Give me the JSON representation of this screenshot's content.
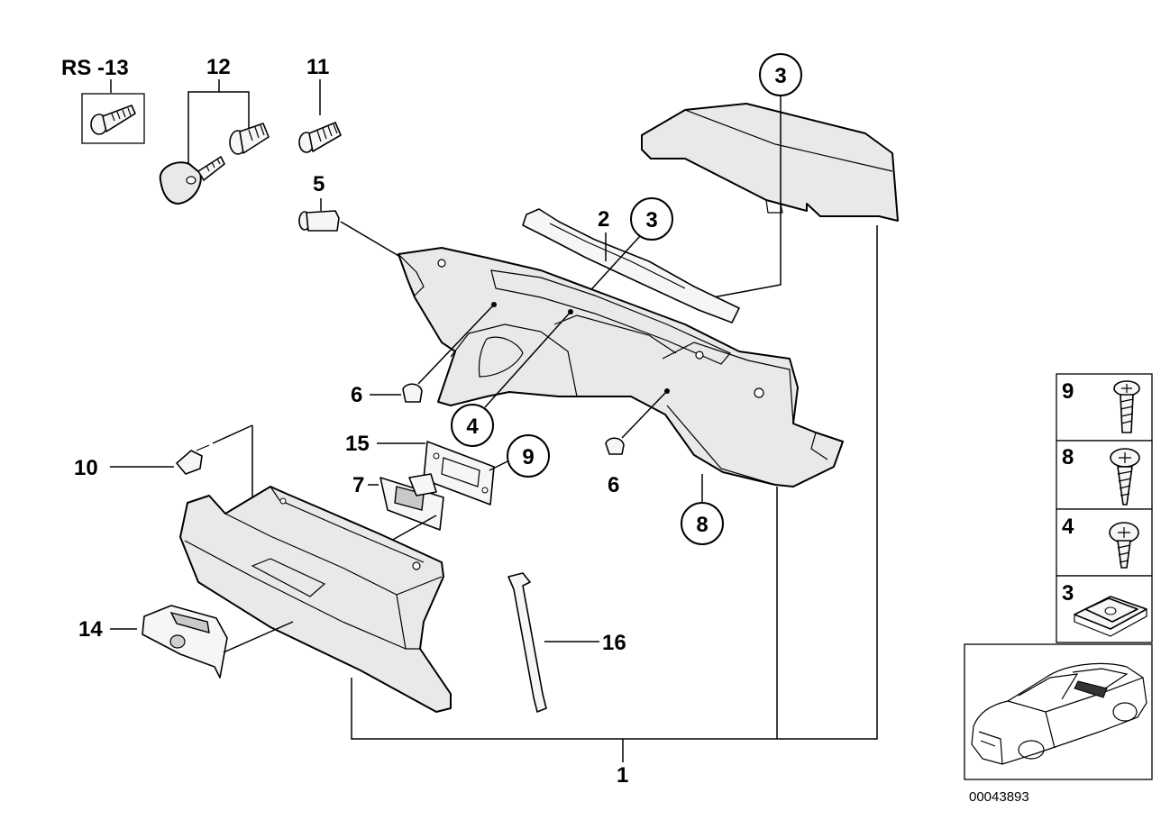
{
  "labels": {
    "rs13": "RS -13",
    "p12": "12",
    "p11": "11",
    "p5": "5",
    "p2": "2",
    "p3_top": "3",
    "p3_mid": "3",
    "p4": "4",
    "p6_left": "6",
    "p6_right": "6",
    "p15": "15",
    "p7": "7",
    "p9": "9",
    "p10": "10",
    "p8": "8",
    "p14": "14",
    "p16": "16",
    "p1": "1"
  },
  "fastener_legend": {
    "items": [
      "9",
      "8",
      "4",
      "3"
    ]
  },
  "diagram_number": "00043893"
}
